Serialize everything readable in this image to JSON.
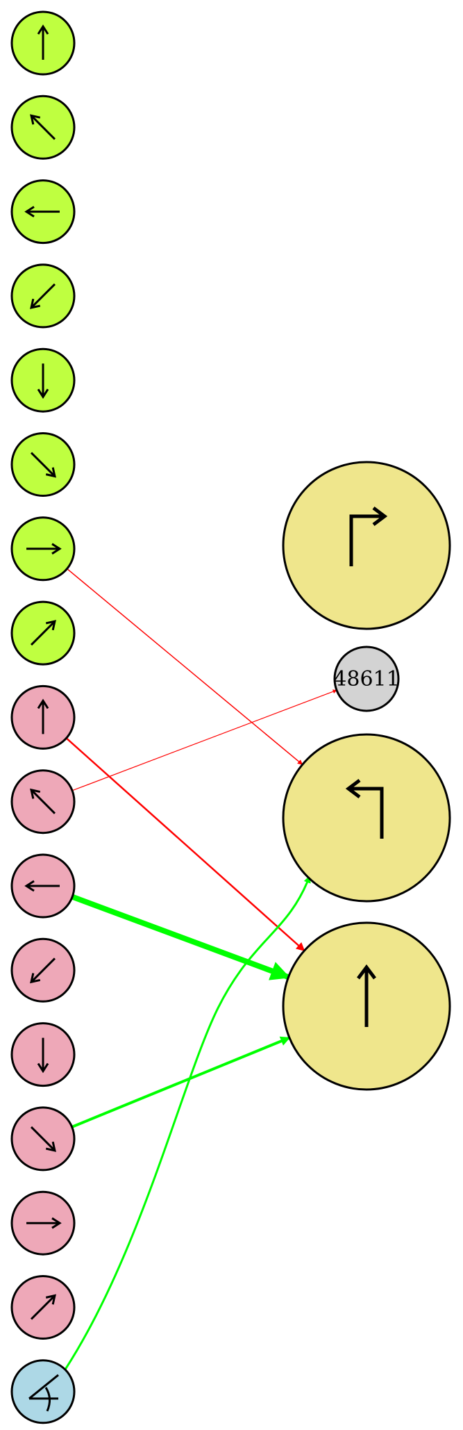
{
  "colors": {
    "input_node": "#bfff40",
    "source_node": "#eea8b8",
    "output_node": "#efe68c",
    "id_node": "#d3d3d3",
    "angle_node": "#add8e6",
    "edge_red": "#ff0000",
    "edge_green": "#00ff00",
    "stroke": "#000000"
  },
  "input_nodes": [
    {
      "icon": "arrow-up-icon",
      "dir": "up"
    },
    {
      "icon": "arrow-up-left-icon",
      "dir": "up-left"
    },
    {
      "icon": "arrow-left-icon",
      "dir": "left"
    },
    {
      "icon": "arrow-down-left-icon",
      "dir": "down-left"
    },
    {
      "icon": "arrow-down-icon",
      "dir": "down"
    },
    {
      "icon": "arrow-down-right-icon",
      "dir": "down-right"
    },
    {
      "icon": "arrow-right-icon",
      "dir": "right"
    },
    {
      "icon": "arrow-up-right-icon",
      "dir": "up-right"
    }
  ],
  "source_nodes": [
    {
      "icon": "arrow-up-icon",
      "dir": "up"
    },
    {
      "icon": "arrow-up-left-icon",
      "dir": "up-left"
    },
    {
      "icon": "arrow-left-icon",
      "dir": "left"
    },
    {
      "icon": "arrow-down-left-icon",
      "dir": "down-left"
    },
    {
      "icon": "arrow-down-icon",
      "dir": "down"
    },
    {
      "icon": "arrow-down-right-icon",
      "dir": "down-right"
    },
    {
      "icon": "arrow-right-icon",
      "dir": "right"
    },
    {
      "icon": "arrow-up-right-icon",
      "dir": "up-right"
    }
  ],
  "angle_node": {
    "icon": "angle-icon"
  },
  "output_nodes": [
    {
      "icon": "turn-right-icon",
      "kind": "turn-right"
    },
    {
      "icon": "turn-left-icon",
      "kind": "turn-left"
    },
    {
      "icon": "straight-up-icon",
      "kind": "straight"
    }
  ],
  "id_node": {
    "label": "48611"
  },
  "edges": [
    {
      "from": "input-6",
      "to": "out-turn-left",
      "color": "red",
      "weight": 1.5
    },
    {
      "from": "source-0",
      "to": "out-straight",
      "color": "red",
      "weight": 2.5
    },
    {
      "from": "source-1",
      "to": "id-node",
      "color": "red",
      "weight": 1.2
    },
    {
      "from": "source-2",
      "to": "out-straight",
      "color": "green",
      "weight": 8
    },
    {
      "from": "source-5",
      "to": "out-straight",
      "color": "green",
      "weight": 4
    },
    {
      "from": "angle",
      "to": "out-turn-left",
      "color": "green",
      "weight": 3
    }
  ]
}
